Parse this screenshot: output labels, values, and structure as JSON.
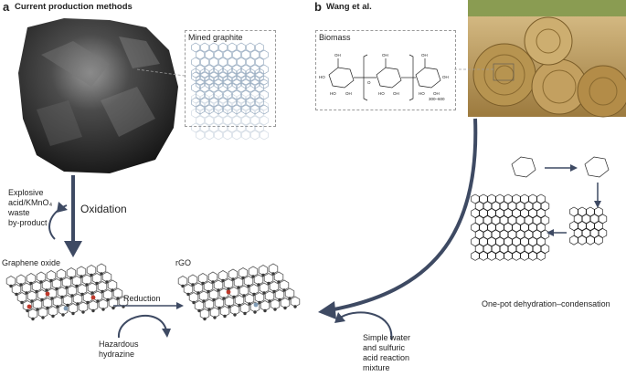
{
  "panel_a": {
    "letter": "a",
    "title": "Current production methods",
    "mined_graphite_label": "Mined graphite",
    "explosive_label_lines": [
      "Explosive",
      "acid/KMnO₄",
      "waste",
      "by-product"
    ],
    "oxidation_label": "Oxidation",
    "graphene_oxide_label": "Graphene oxide",
    "rgo_label": "rGO",
    "reduction_label": "Reduction",
    "hydrazine_label_lines": [
      "Hazardous",
      "hydrazine"
    ]
  },
  "panel_b": {
    "letter": "b",
    "title": "Wang et al.",
    "biomass_label": "Biomass",
    "repeat_subscript": "300–600",
    "one_pot_label": "One-pot dehydration–condensation",
    "water_label_lines": [
      "Simple water",
      "and sulfuric",
      "acid reaction",
      "mixture"
    ]
  },
  "colors": {
    "arrow": "#3e4a63",
    "dashed_box": "#9a9a9a",
    "atom": "#3a3a3a",
    "oxygen_atom": "#c0392b",
    "hydrogen_atom": "#7f9bb5",
    "straw": "#c9a45c"
  }
}
